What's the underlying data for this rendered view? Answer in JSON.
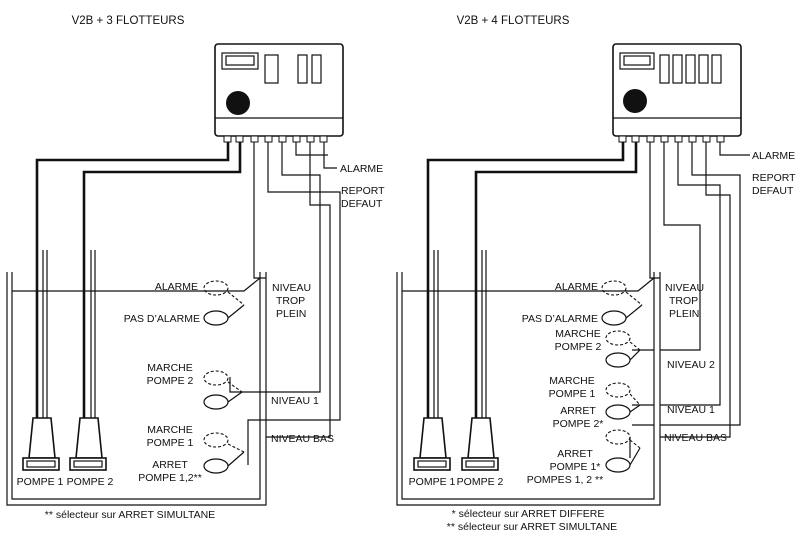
{
  "left": {
    "title": "V2B + 3 FLOTTEURS",
    "alarme_out": "ALARME",
    "report_1": "REPORT",
    "report_2": "DEFAUT",
    "niveau_trop_1": "NIVEAU",
    "niveau_trop_2": "TROP",
    "niveau_trop_3": "PLEIN",
    "niveau_1": "NIVEAU 1",
    "niveau_bas": "NIVEAU BAS",
    "float_alarme": "ALARME",
    "float_pas_alarme": "PAS D’ALARME",
    "float_marche2_a": "MARCHE",
    "float_marche2_b": "POMPE 2",
    "float_marche1_a": "MARCHE",
    "float_marche1_b": "POMPE 1",
    "float_arret_a": "ARRET",
    "float_arret_b": "POMPE 1,2**",
    "pompe1": "POMPE 1",
    "pompe2": "POMPE 2",
    "note1": "**  sélecteur sur ARRET SIMULTANE"
  },
  "right": {
    "title": "V2B + 4 FLOTTEURS",
    "alarme_out": "ALARME",
    "report_1": "REPORT",
    "report_2": "DEFAUT",
    "niveau_trop_1": "NIVEAU",
    "niveau_trop_2": "TROP",
    "niveau_trop_3": "PLEIN",
    "niveau_2": "NIVEAU 2",
    "niveau_1": "NIVEAU 1",
    "niveau_bas": "NIVEAU BAS",
    "float_alarme": "ALARME",
    "float_pas_alarme": "PAS D’ALARME",
    "float_marche2_a": "MARCHE",
    "float_marche2_b": "POMPE 2",
    "float_marche1_a": "MARCHE",
    "float_marche1_b": "POMPE 1",
    "float_arret2_a": "ARRET",
    "float_arret2_b": "POMPE 2*",
    "float_arret1_a": "ARRET",
    "float_arret1_b": "POMPE 1*",
    "float_arret1_c": "POMPES 1, 2 **",
    "pompe1": "POMPE 1",
    "pompe2": "POMPE 2",
    "note1": "* sélecteur sur ARRET DIFFERE",
    "note2": "** sélecteur sur ARRET SIMULTANE"
  }
}
